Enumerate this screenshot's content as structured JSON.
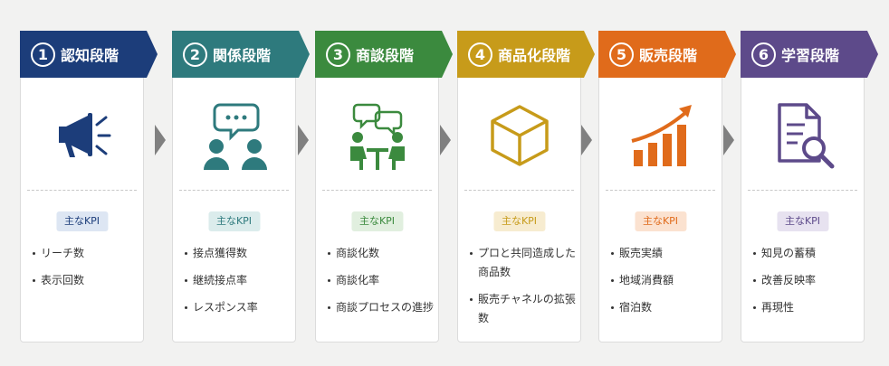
{
  "stages": [
    {
      "number": "1",
      "title": "認知段階",
      "color": "#1c3d7a",
      "kpi_bg": "#dde6f3",
      "kpi_label": "主なKPI",
      "icon": "megaphone-icon",
      "items": [
        "リーチ数",
        "表示回数"
      ]
    },
    {
      "number": "2",
      "title": "関係段階",
      "color": "#2e7a7d",
      "kpi_bg": "#dbecec",
      "kpi_label": "主なKPI",
      "icon": "conversation-icon",
      "items": [
        "接点獲得数",
        "継続接点率",
        "レスポンス率"
      ]
    },
    {
      "number": "3",
      "title": "商談段階",
      "color": "#3b8a3e",
      "kpi_bg": "#e1efdf",
      "kpi_label": "主なKPI",
      "icon": "meeting-icon",
      "items": [
        "商談化数",
        "商談化率",
        "商談プロセスの進捗"
      ]
    },
    {
      "number": "4",
      "title": "商品化段階",
      "color": "#c79b1a",
      "kpi_bg": "#f7ecd0",
      "kpi_label": "主なKPI",
      "icon": "cube-icon",
      "items": [
        "プロと共同造成した商品数",
        "販売チャネルの拡張数"
      ]
    },
    {
      "number": "5",
      "title": "販売段階",
      "color": "#e06b1b",
      "kpi_bg": "#fbe2d0",
      "kpi_label": "主なKPI",
      "icon": "growth-chart-icon",
      "items": [
        "販売実績",
        "地域消費額",
        "宿泊数"
      ]
    },
    {
      "number": "6",
      "title": "学習段階",
      "color": "#5d4a8a",
      "kpi_bg": "#e7e2f0",
      "kpi_label": "主なKPI",
      "icon": "document-search-icon",
      "items": [
        "知見の蓄積",
        "改善反映率",
        "再現性"
      ]
    }
  ]
}
